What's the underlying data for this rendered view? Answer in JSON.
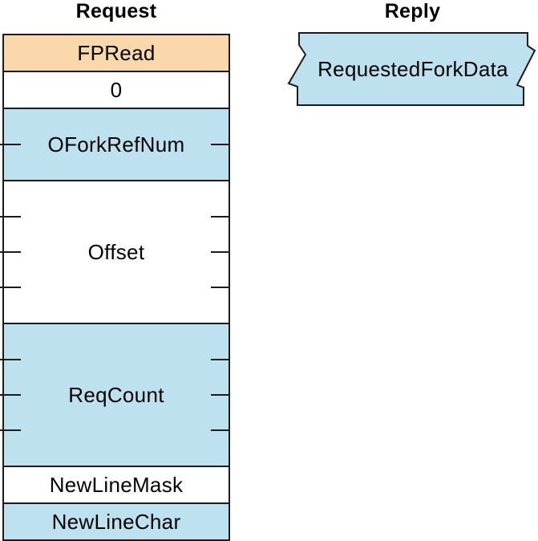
{
  "titles": {
    "request": "Request",
    "reply": "Reply"
  },
  "request_block": {
    "rows": [
      {
        "label": "FPRead",
        "fill": "peach",
        "bytes": 1
      },
      {
        "label": "0",
        "fill": "white",
        "bytes": 1
      },
      {
        "label": "OForkRefNum",
        "fill": "blue",
        "bytes": 2
      },
      {
        "label": "Offset",
        "fill": "white",
        "bytes": 4
      },
      {
        "label": "ReqCount",
        "fill": "blue",
        "bytes": 4
      },
      {
        "label": "NewLineMask",
        "fill": "white",
        "bytes": 1
      },
      {
        "label": "NewLineChar",
        "fill": "blue",
        "bytes": 1
      }
    ]
  },
  "reply_block": {
    "label": "RequestedForkData",
    "fill": "blue"
  },
  "colors": {
    "peach": "#FAD8AC",
    "blue": "#BEE1EF",
    "border": "#1C1C1C",
    "background": "#FFFFFF",
    "text": "#000000"
  }
}
